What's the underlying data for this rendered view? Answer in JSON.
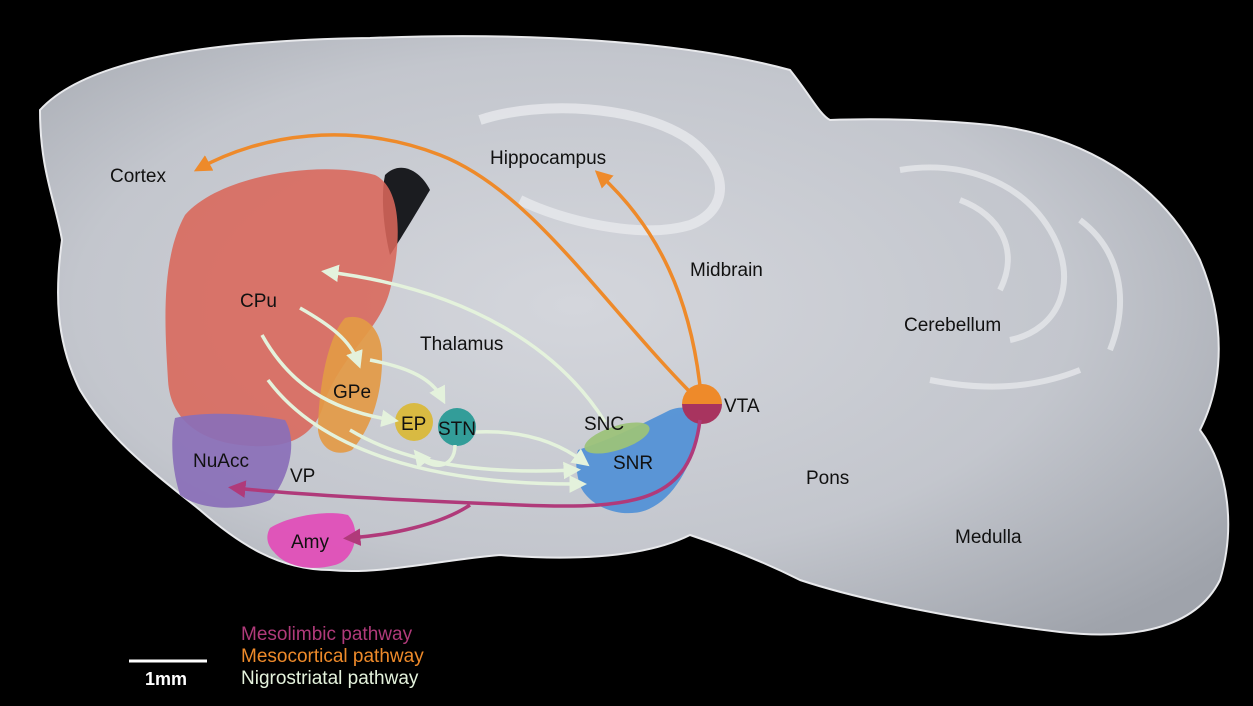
{
  "regions": {
    "cortex": "Cortex",
    "hippocampus": "Hippocampus",
    "midbrain": "Midbrain",
    "cerebellum": "Cerebellum",
    "thalamus": "Thalamus",
    "cpu": "CPu",
    "gpe": "GPe",
    "ep": "EP",
    "stn": "STN",
    "snc": "SNC",
    "snr": "SNR",
    "vta": "VTA",
    "nuacc": "NuAcc",
    "vp": "VP",
    "amy": "Amy",
    "pons": "Pons",
    "medulla": "Medulla"
  },
  "legend": {
    "mesolimbic": "Mesolimbic pathway",
    "mesocortical": "Mesocortical pathway",
    "nigrostriatal": "Nigrostriatal pathway"
  },
  "scale_bar": "1mm",
  "colors": {
    "mesolimbic": "#b03a7a",
    "mesocortical": "#ee8a2a",
    "nigrostriatal": "#e4f2dc",
    "cpu_fill": "#d9665a",
    "gpe_fill": "#e39a45",
    "ep_fill": "#d9b83a",
    "stn_fill": "#2a9a96",
    "snc_fill": "#9cc27a",
    "snr_fill": "#4e8fd6",
    "nuacc_fill": "#8a6fb8",
    "amy_fill": "#e04fb8"
  }
}
